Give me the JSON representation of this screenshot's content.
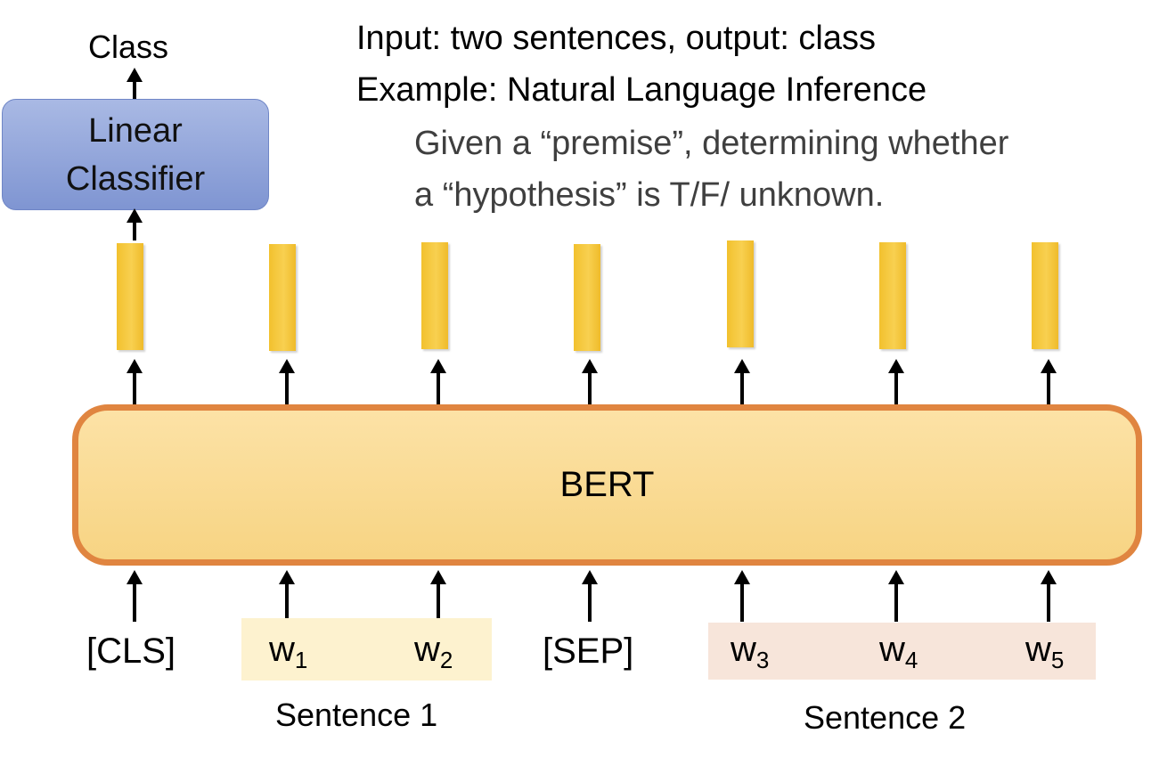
{
  "description": {
    "line1": "Input: two sentences, output: class",
    "line2": "Example: Natural Language Inference",
    "line3": "Given a “premise”, determining whether",
    "line4": "a “hypothesis” is T/F/ unknown."
  },
  "classifier": {
    "output_label": "Class",
    "box_line1": "Linear",
    "box_line2": "Classifier"
  },
  "model": {
    "label": "BERT"
  },
  "tokens": [
    {
      "text": "[CLS]",
      "sub": ""
    },
    {
      "text": "w",
      "sub": "1"
    },
    {
      "text": "w",
      "sub": "2"
    },
    {
      "text": "[SEP]",
      "sub": ""
    },
    {
      "text": "w",
      "sub": "3"
    },
    {
      "text": "w",
      "sub": "4"
    },
    {
      "text": "w",
      "sub": "5"
    }
  ],
  "sentences": {
    "sentence1": "Sentence 1",
    "sentence2": "Sentence 2"
  },
  "colors": {
    "bert_fill": "#f9d98f",
    "bert_border": "#e08540",
    "vector_fill": "#f5c63b",
    "classifier_fill": "#93a8dc",
    "sentence1_highlight": "#fdf2cf",
    "sentence2_highlight": "#f7e5da"
  }
}
